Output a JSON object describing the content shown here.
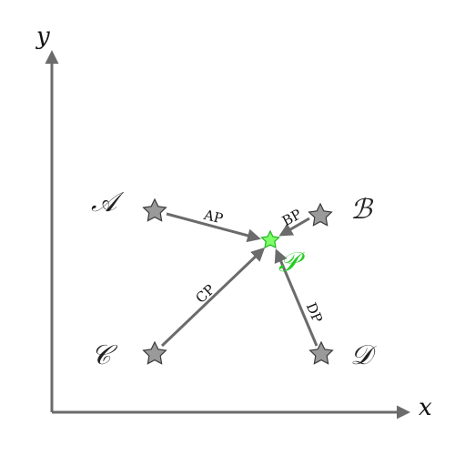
{
  "axes": {
    "x_label": "x",
    "y_label": "y"
  },
  "points": {
    "A": {
      "label": "𝒜"
    },
    "B": {
      "label": "ℬ"
    },
    "C": {
      "label": "𝒞"
    },
    "D": {
      "label": "𝒟"
    },
    "P": {
      "label": "𝒫"
    }
  },
  "edges": {
    "AP": {
      "label": "AP"
    },
    "BP": {
      "label": "BP"
    },
    "CP": {
      "label": "CP"
    },
    "DP": {
      "label": "DP"
    }
  },
  "colors": {
    "axis": "#6b6b6b",
    "star": "#9a9a9a",
    "target_star": "#7dff66",
    "target_label": "#22cc22"
  },
  "icons": {
    "source_points": "star-icon",
    "target_point": "star-icon"
  }
}
